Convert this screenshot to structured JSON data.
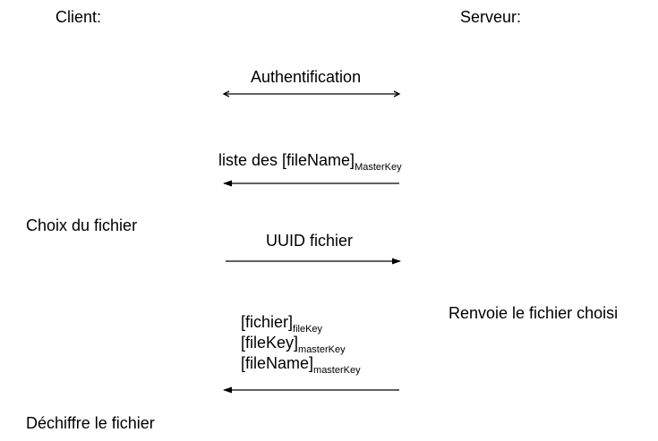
{
  "headers": {
    "client": "Client:",
    "server": "Serveur:"
  },
  "steps": [
    {
      "label": "Authentification",
      "direction": "both"
    },
    {
      "label_main": "liste des [fileName]",
      "label_sub": "MasterKey",
      "direction": "server-to-client"
    },
    {
      "client_action": "Choix du fichier",
      "label": "UUID fichier",
      "direction": "client-to-server"
    },
    {
      "server_action": "Renvoie le fichier choisi",
      "lines": [
        {
          "main": "[fichier]",
          "sub": "fileKey"
        },
        {
          "main": "[fileKey]",
          "sub": "masterKey"
        },
        {
          "main": "[fileName]",
          "sub": "masterKey"
        }
      ],
      "client_action": "Déchiffre le fichier",
      "direction": "server-to-client"
    }
  ]
}
